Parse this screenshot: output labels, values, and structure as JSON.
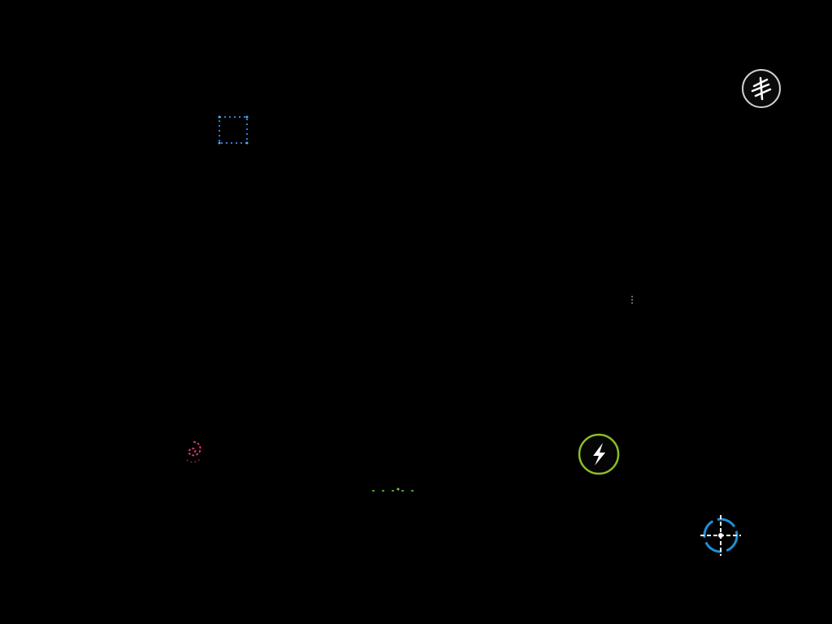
{
  "scene": {
    "background_color": "#000000",
    "sprites": [
      {
        "name": "dotted-square-enemy",
        "icon": "dotted-square-icon",
        "color": "#3a7bd5"
      },
      {
        "name": "pinwheel-enemy",
        "icon": "pinwheel-icon",
        "color": "#e0e0e0"
      },
      {
        "name": "faint-dot",
        "icon": "dot-icon",
        "color": "#9a9a9a"
      },
      {
        "name": "swirl-enemy",
        "icon": "swirl-icon",
        "color": "#c83c6e"
      },
      {
        "name": "dashed-segment",
        "icon": "dash-icon",
        "color": "#4f9a3c"
      },
      {
        "name": "lightning-powerup",
        "icon": "lightning-circle-icon",
        "color": "#8dbb2a"
      },
      {
        "name": "crosshair-target",
        "icon": "crosshair-icon",
        "color": "#1e90d8"
      }
    ]
  }
}
